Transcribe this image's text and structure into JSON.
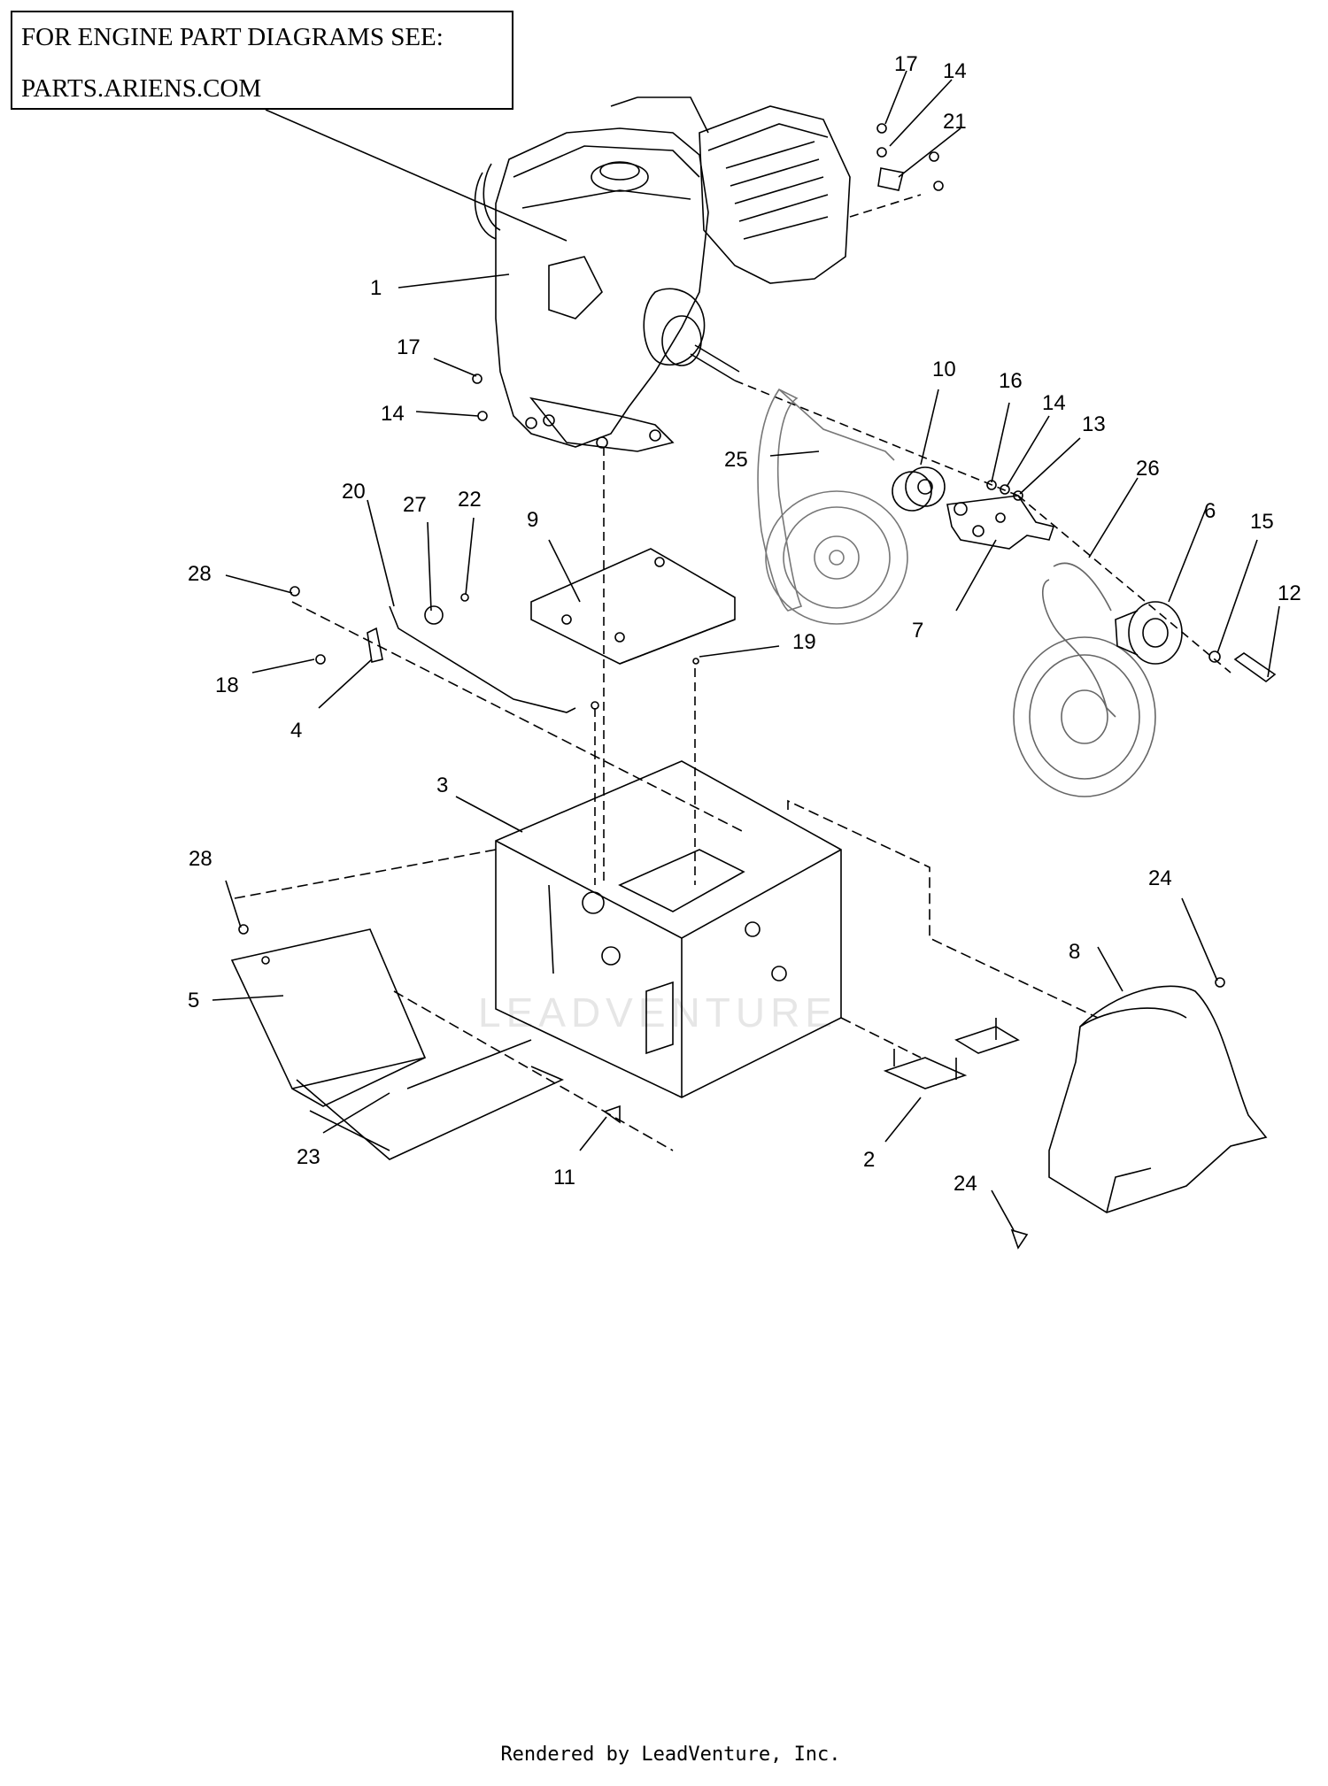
{
  "callout": {
    "line1": "FOR ENGINE PART DIAGRAMS SEE:",
    "line2": "PARTS.ARIENS.COM"
  },
  "footer": "Rendered by LeadVenture, Inc.",
  "watermark": "LEADVENTURE",
  "labels": {
    "p1": "1",
    "p2": "2",
    "p3": "3",
    "p4": "4",
    "p5": "5",
    "p6": "6",
    "p7": "7",
    "p8": "8",
    "p9": "9",
    "p10": "10",
    "p11": "11",
    "p12": "12",
    "p13": "13",
    "p14a": "14",
    "p14b": "14",
    "p14c": "14",
    "p15": "15",
    "p16": "16",
    "p17a": "17",
    "p17b": "17",
    "p18": "18",
    "p19": "19",
    "p20": "20",
    "p21": "21",
    "p22": "22",
    "p23": "23",
    "p24a": "24",
    "p24b": "24",
    "p25": "25",
    "p26": "26",
    "p27": "27",
    "p28a": "28",
    "p28b": "28"
  }
}
